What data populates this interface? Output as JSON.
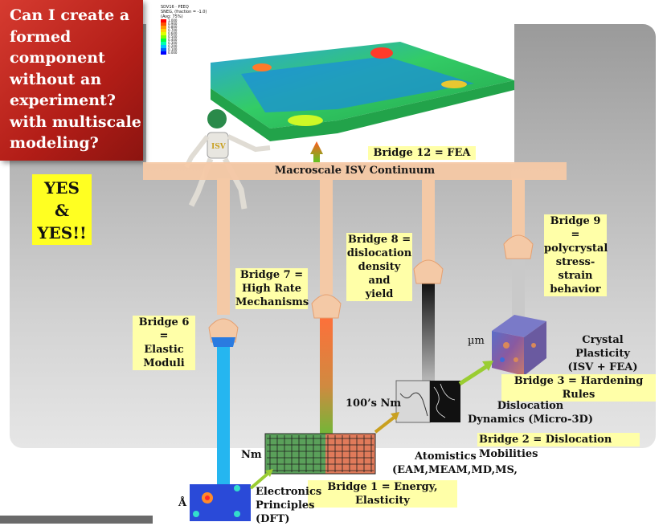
{
  "title_box": {
    "lines": [
      "Can I create a",
      "formed",
      "component",
      "without an",
      "experiment?",
      "with multiscale",
      "modeling?"
    ]
  },
  "answer": {
    "lines": [
      "YES",
      "&",
      "YES!!"
    ]
  },
  "fea_legend": {
    "header": [
      "SDV16 · PEEQ",
      "SNEG, (fraction = -1.0)",
      "(Avg: 75%)"
    ],
    "values": [
      "1.000",
      "0.900",
      "0.800",
      "0.700",
      "0.600",
      "0.500",
      "0.400",
      "0.300",
      "0.200",
      "0.100",
      "0.000"
    ]
  },
  "robot_badge": "ISV",
  "macroscale_label": "Macroscale ISV Continuum",
  "bridges": {
    "b12": "Bridge 12 = FEA",
    "b9": [
      "Bridge 9 =",
      "polycrystal",
      "stress-",
      "strain",
      "behavior"
    ],
    "b8": [
      "Bridge 8 =",
      "dislocation",
      "density and",
      "yield"
    ],
    "b7": [
      "Bridge 7 =",
      "High Rate",
      "Mechanisms"
    ],
    "b6": [
      "Bridge 6 =",
      "Elastic",
      "Moduli"
    ],
    "b3": "Bridge 3 = Hardening Rules",
    "b2": "Bridge 2 = Dislocation",
    "b1": "Bridge 1 = Energy, Elasticity"
  },
  "scales": {
    "um": "µm",
    "hundreds_nm": "100’s Nm",
    "nm": "Nm",
    "angstrom": "Å"
  },
  "methods": {
    "crystal": [
      "Crystal Plasticity",
      "(ISV + FEA)"
    ],
    "dislocation": [
      "Dislocation",
      "Dynamics (Micro-3D)"
    ],
    "atomistics": [
      "Atomistics",
      "Mobilities",
      "(EAM,MEAM,MD,MS,"
    ],
    "electronics": [
      "Electronics",
      "Principles",
      "(DFT)"
    ]
  },
  "colors": {
    "title_red": "#c02a22",
    "answer_yellow": "#ffff22",
    "label_yellow": "#ffffa8",
    "macro_peach": "#f6c9a6",
    "arrow_green": "#66cc22"
  }
}
